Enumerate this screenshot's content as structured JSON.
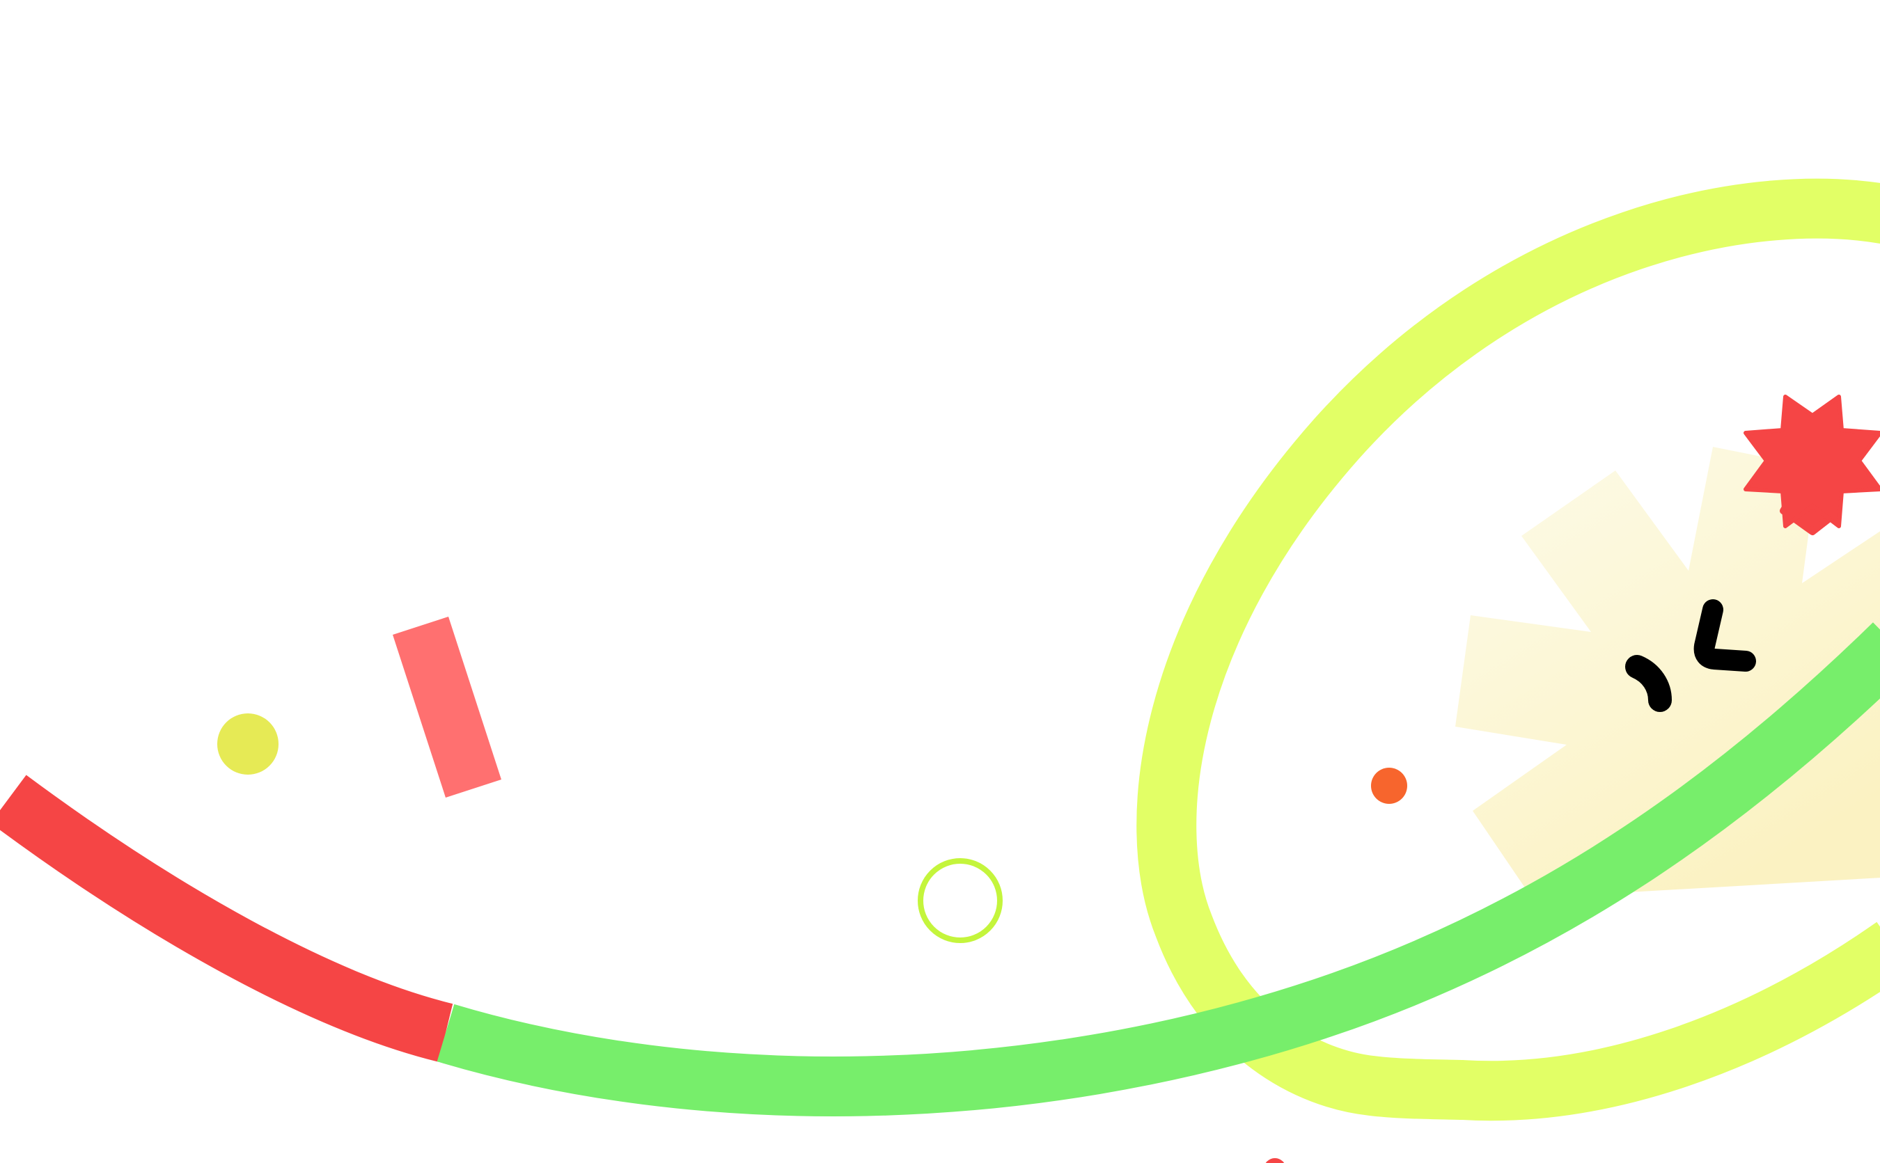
{
  "scene": {
    "background": "#ffffff",
    "colors": {
      "red_stroke": "#f54545",
      "green_stroke": "#77ee6b",
      "yellow_loop": "#e2ff66",
      "yellow_dot": "#e6ea55",
      "pink_rect": "#ff7070",
      "green_ring": "#c4f53c",
      "orange_dot": "#f7652d",
      "red_star": "#f54545",
      "face_features": "#000000",
      "burst_light": "#fdfbe6",
      "burst_warm": "#fbf3c4"
    },
    "icons": [
      "red-stroke-segment",
      "green-stroke-swoosh",
      "yellow-loop-stroke",
      "yellow-dot",
      "pink-rectangle",
      "green-ring",
      "orange-dot",
      "red-star-icon",
      "burst-shape",
      "face-eye-left",
      "face-eye-right"
    ]
  }
}
